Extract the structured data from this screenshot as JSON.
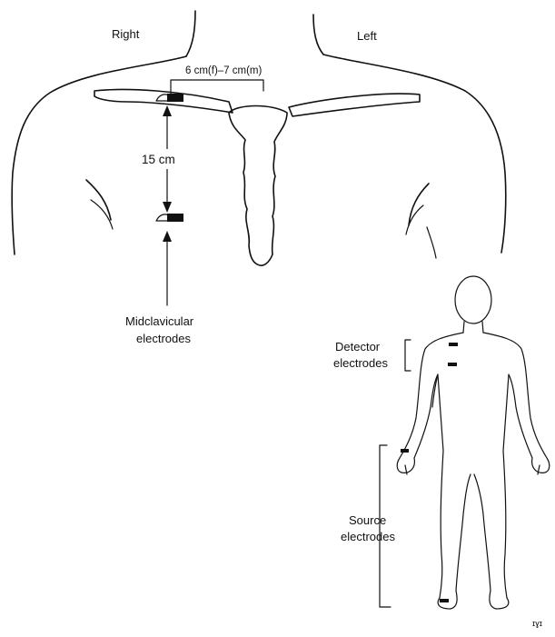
{
  "labels": {
    "right": "Right",
    "left": "Left",
    "spacing": "6 cm(f)–7 cm(m)",
    "distance": "15 cm",
    "midclavicular_line1": "Midclavicular",
    "midclavicular_line2": "electrodes",
    "detector_line1": "Detector",
    "detector_line2": "electrodes",
    "source_line1": "Source",
    "source_line2": "electrodes",
    "corner_mark": "ɪɣɪ"
  },
  "colors": {
    "ink": "#111111",
    "background": "#ffffff"
  }
}
